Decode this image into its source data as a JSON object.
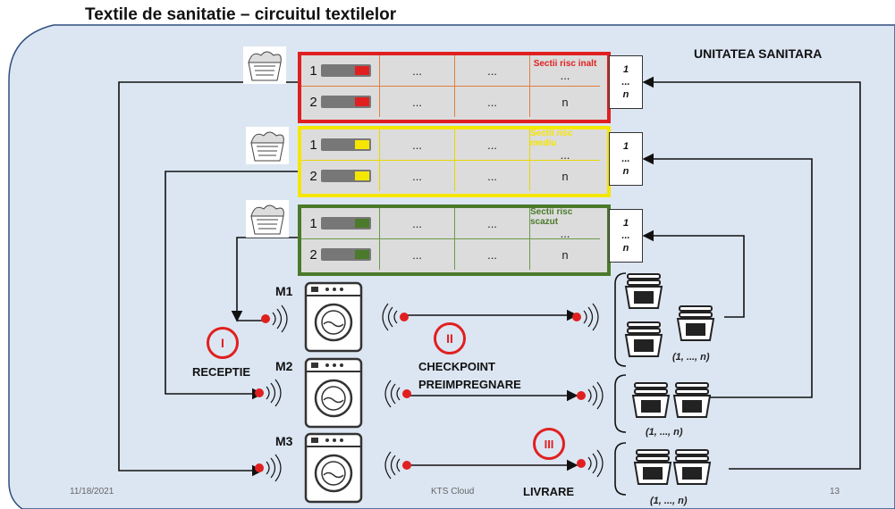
{
  "title": "Textile de sanitatie – circuitul textilelor",
  "unit_label": "UNITATEA SANITARA",
  "sections": [
    {
      "label": "Sectii risc inalt",
      "color": "#e02020",
      "rows": [
        [
          "1",
          "...",
          "...",
          "..."
        ],
        [
          "2",
          "...",
          "...",
          "n"
        ]
      ]
    },
    {
      "label": "Sectii risc mediu",
      "color": "#f5e600",
      "rows": [
        [
          "1",
          "...",
          "...",
          "..."
        ],
        [
          "2",
          "...",
          "...",
          "n"
        ]
      ]
    },
    {
      "label": "Sectii risc scazut",
      "color": "#4a7a2a",
      "rows": [
        [
          "1",
          "...",
          "...",
          "..."
        ],
        [
          "2",
          "...",
          "...",
          "n"
        ]
      ]
    }
  ],
  "side_box": [
    "1",
    "...",
    "n"
  ],
  "machines": [
    "M1",
    "M2",
    "M3"
  ],
  "stages": {
    "I": "I",
    "II": "II",
    "III": "III"
  },
  "receptie": "RECEPTIE",
  "checkpoint": "CHECKPOINT",
  "preimpregnare": "PREIMPREGNARE",
  "livrare": "LIVRARE",
  "range_label": "(1, ..., n)",
  "footer": {
    "date": "11/18/2021",
    "center": "KTS Cloud",
    "page": "13"
  }
}
